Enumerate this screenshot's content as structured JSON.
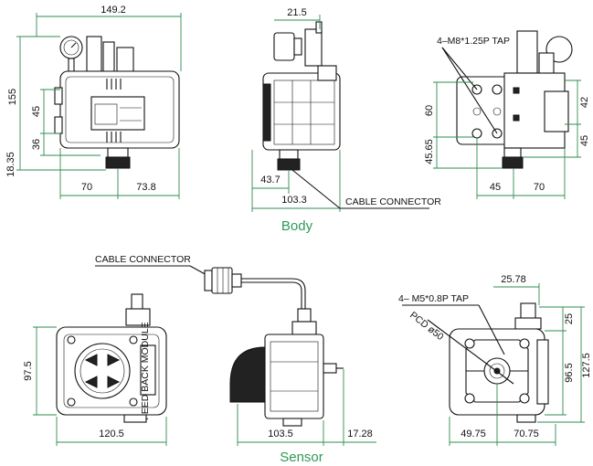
{
  "sections": {
    "body": "Body",
    "sensor": "Sensor"
  },
  "body_view": {
    "front": {
      "width_total": "149.2",
      "height_total": "155",
      "h1": "45",
      "h2": "36",
      "h3": "18.35",
      "w_left": "70",
      "w_right": "73.8"
    },
    "side": {
      "top": "21.5",
      "bottom_left": "43.7",
      "bottom_total": "103.3",
      "connector": "CABLE CONNECTOR"
    },
    "rear": {
      "tap": "4–M8*1.25P TAP",
      "v1": "60",
      "v2": "45.65",
      "r1": "42",
      "r2": "45",
      "w1": "45",
      "w2": "70"
    }
  },
  "sensor_view": {
    "connector": "CABLE CONNECTOR",
    "front": {
      "height": "97.5",
      "width": "120.5",
      "side_text": "FEED BACK MODULE"
    },
    "side": {
      "width": "103.5",
      "extra": "17.28"
    },
    "rear": {
      "tap": "4– M5*0.8P TAP",
      "pcd": "PCD ø50",
      "top": "25.78",
      "r1": "25",
      "r2": "127.5",
      "r3": "96.5",
      "w1": "49.75",
      "w2": "70.75"
    }
  }
}
